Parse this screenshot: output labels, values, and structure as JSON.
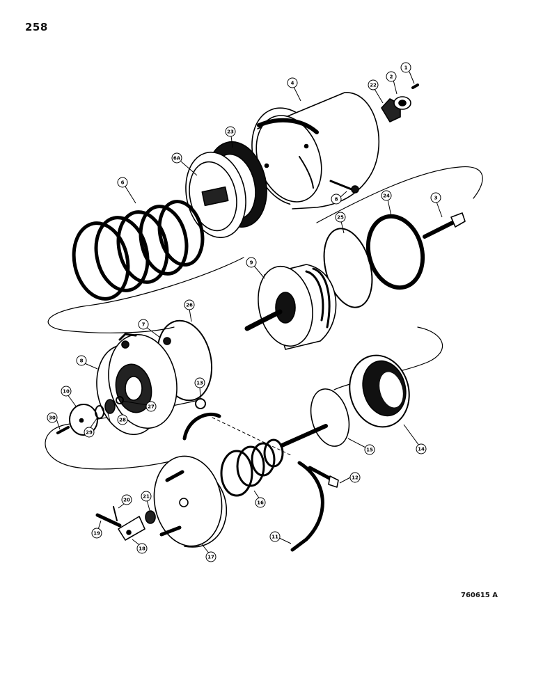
{
  "page": {
    "number": "258",
    "figure_id": "760615 A"
  },
  "callouts": [
    {
      "id": "c1",
      "label": "1"
    },
    {
      "id": "c2",
      "label": "2"
    },
    {
      "id": "c22",
      "label": "22"
    },
    {
      "id": "c4",
      "label": "4"
    },
    {
      "id": "c23",
      "label": "23"
    },
    {
      "id": "c6a",
      "label": "6A"
    },
    {
      "id": "c6",
      "label": "6"
    },
    {
      "id": "c8top",
      "label": "8"
    },
    {
      "id": "c3",
      "label": "3"
    },
    {
      "id": "c24",
      "label": "24"
    },
    {
      "id": "c25",
      "label": "25"
    },
    {
      "id": "c9",
      "label": "9"
    },
    {
      "id": "c26",
      "label": "26"
    },
    {
      "id": "c7",
      "label": "7"
    },
    {
      "id": "c8",
      "label": "8"
    },
    {
      "id": "c10",
      "label": "10"
    },
    {
      "id": "c13",
      "label": "13"
    },
    {
      "id": "c27",
      "label": "27"
    },
    {
      "id": "c28",
      "label": "28"
    },
    {
      "id": "c29",
      "label": "29"
    },
    {
      "id": "c30",
      "label": "30"
    },
    {
      "id": "c14",
      "label": "14"
    },
    {
      "id": "c15",
      "label": "15"
    },
    {
      "id": "c12",
      "label": "12"
    },
    {
      "id": "c16",
      "label": "16"
    },
    {
      "id": "c11",
      "label": "11"
    },
    {
      "id": "c17",
      "label": "17"
    },
    {
      "id": "c20",
      "label": "20"
    },
    {
      "id": "c21",
      "label": "21"
    },
    {
      "id": "c19",
      "label": "19"
    },
    {
      "id": "c18",
      "label": "18"
    }
  ]
}
